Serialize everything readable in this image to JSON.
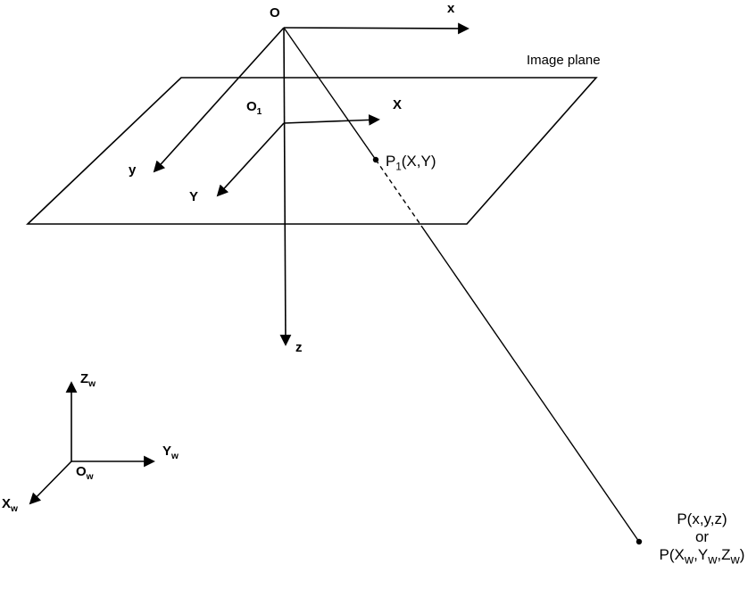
{
  "diagram": {
    "background": "#ffffff",
    "stroke_color": "#000000",
    "camera_frame": {
      "origin": "O",
      "x_axis": "x",
      "y_axis": "y",
      "z_axis": "z"
    },
    "image_plane": {
      "title": "Image plane",
      "origin_base": "O",
      "origin_sub": "1",
      "x_axis": "X",
      "y_axis": "Y",
      "point_base": "P",
      "point_sub": "1",
      "point_args": "(X,Y)"
    },
    "world_frame": {
      "origin_base": "O",
      "origin_sub": "w",
      "x_base": "X",
      "x_sub": "w",
      "y_base": "Y",
      "y_sub": "w",
      "z_base": "Z",
      "z_sub": "w"
    },
    "world_point": {
      "line1": "P(x,y,z)",
      "line2": "or",
      "line3_p1": "P(X",
      "line3_s1": "w",
      "line3_p2": ",Y",
      "line3_s2": "w",
      "line3_p3": ",Z",
      "line3_s3": "w",
      "line3_p4": ")"
    }
  }
}
